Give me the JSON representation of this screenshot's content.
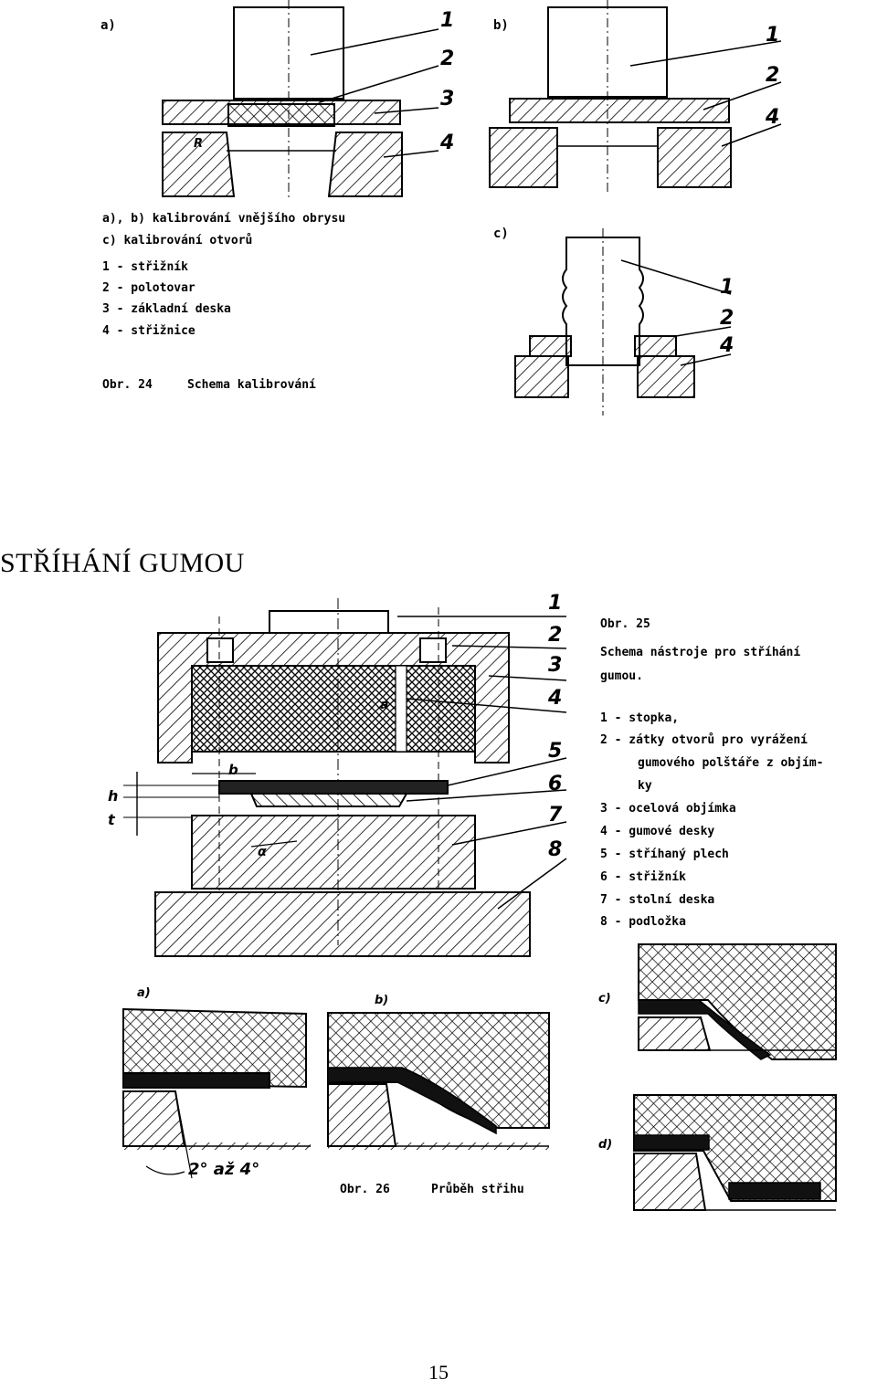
{
  "fig24": {
    "label_a": "a)",
    "label_b": "b)",
    "label_c": "c)",
    "numbers_a": [
      "1",
      "2",
      "3",
      "4"
    ],
    "numbers_b": [
      "1",
      "2",
      "4"
    ],
    "numbers_c": [
      "1",
      "2",
      "4"
    ],
    "radius_label": "R",
    "legend": [
      "a), b) kalibrování vnějšího obrysu",
      "c) kalibrování otvorů",
      "1 - střižník",
      "2 - polotovar",
      "3 - základní deska",
      "4 - střižnice"
    ],
    "caption_num": "Obr. 24",
    "caption_text": "Schema kalibrování"
  },
  "section_heading": "STŘÍHÁNÍ GUMOU",
  "fig25": {
    "numbers": [
      "1",
      "2",
      "3",
      "4",
      "5",
      "6",
      "7",
      "8"
    ],
    "dim_labels": {
      "h": "h",
      "t": "t",
      "b": "b",
      "a": "a",
      "alpha": "α"
    },
    "caption_lines": [
      "Obr. 25",
      "Schema nástroje pro stříhání",
      "gumou."
    ],
    "legend": [
      "1 - stopka,",
      "2 - zátky otvorů pro vyrážení",
      "gumového polštáře z objím-",
      "ky",
      "3 - ocelová objímka",
      "4 - gumové desky",
      "5 - stříhaný plech",
      "6 - střižník",
      "7 - stolní deska",
      "8 - podložka"
    ]
  },
  "fig26": {
    "labels": [
      "a)",
      "b)",
      "c)",
      "d)"
    ],
    "angle_label": "2° až 4°",
    "caption_num": "Obr. 26",
    "caption_text": "Průběh střihu"
  },
  "page_number": "15"
}
